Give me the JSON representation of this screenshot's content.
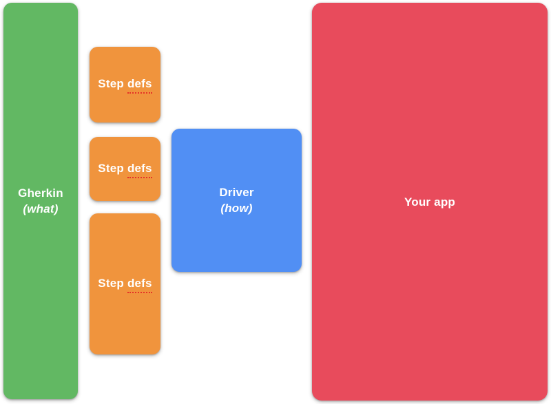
{
  "colors": {
    "background": "#ffffff",
    "green": "#62b863",
    "orange": "#f0943d",
    "blue": "#518ff4",
    "red": "#e84b5c",
    "text": "#ffffff",
    "squiggle": "#e53228"
  },
  "boxes": {
    "gherkin": {
      "title": "Gherkin",
      "subtitle": "(what)"
    },
    "step_defs_1": {
      "word1": "Step",
      "word2": "defs"
    },
    "step_defs_2": {
      "word1": "Step",
      "word2": "defs"
    },
    "step_defs_3": {
      "word1": "Step",
      "word2": "defs"
    },
    "driver": {
      "title": "Driver",
      "subtitle": "(how)"
    },
    "your_app": {
      "title": "Your app"
    }
  }
}
